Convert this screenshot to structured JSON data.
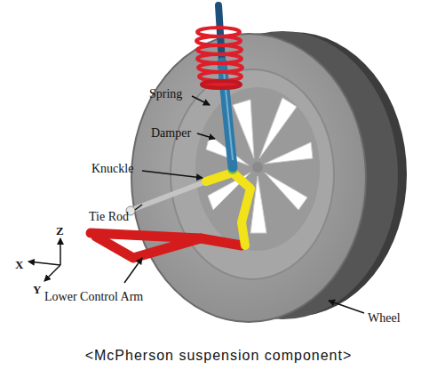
{
  "diagram": {
    "caption": "<McPherson suspension component>",
    "labels": [
      "Spring",
      "Damper",
      "Knuckle",
      "Tie Rod",
      "Lower Control Arm",
      "Wheel",
      "Z",
      "X",
      "Y"
    ]
  }
}
